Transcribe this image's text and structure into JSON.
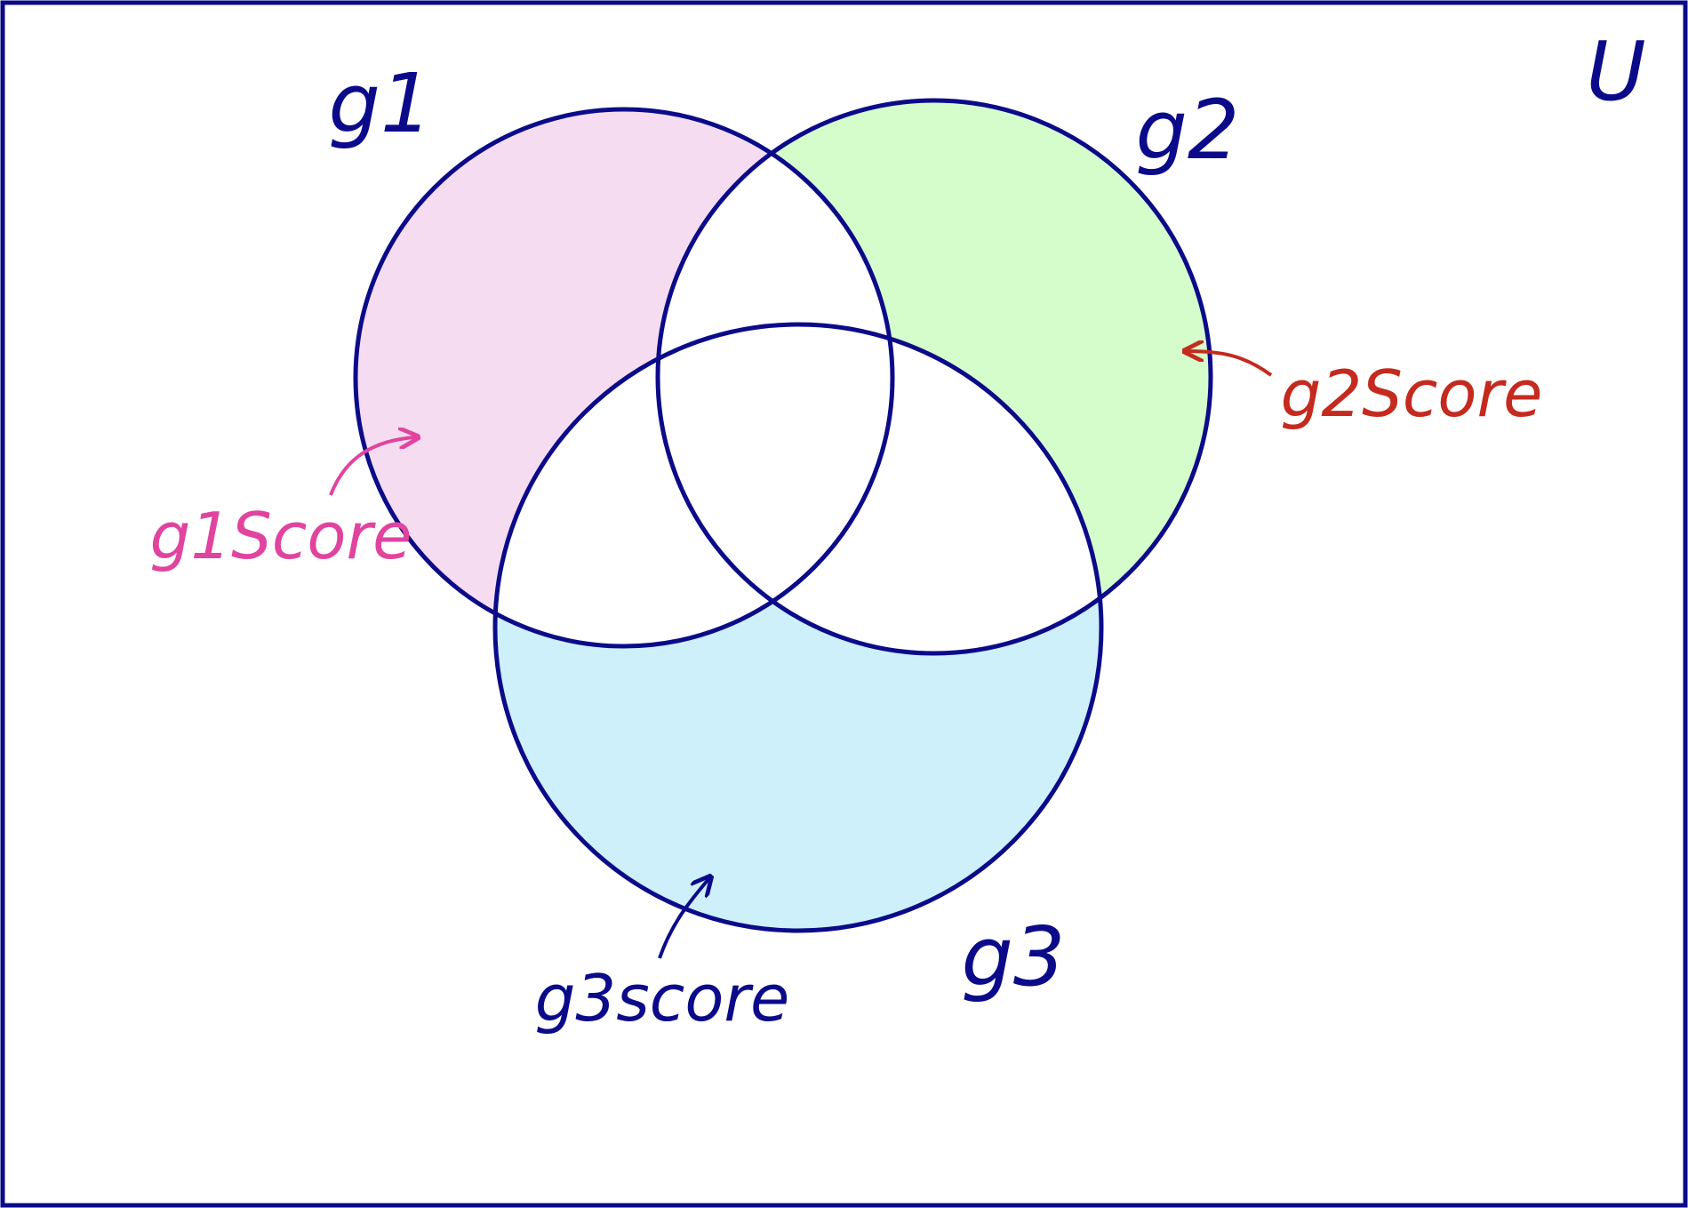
{
  "universe": {
    "label": "U",
    "border_color": "#0b0b8a"
  },
  "sets": [
    {
      "key": "g1",
      "label": "g1",
      "fill": "#f5dcf1",
      "stroke": "#0b0b8a",
      "label_color": "#0b0b8a"
    },
    {
      "key": "g2",
      "label": "g2",
      "fill": "#d5fccb",
      "stroke": "#0b0b8a",
      "label_color": "#0b0b8a"
    },
    {
      "key": "g3",
      "label": "g3",
      "fill": "#cdf0fb",
      "stroke": "#0b0b8a",
      "label_color": "#0b0b8a"
    }
  ],
  "annotations": [
    {
      "key": "g1score",
      "text": "g1Score",
      "color": "#e0449e",
      "points_to": "g1"
    },
    {
      "key": "g2score",
      "text": "g2Score",
      "color": "#c42a1e",
      "points_to": "g2"
    },
    {
      "key": "g3score",
      "text": "g3score",
      "color": "#0b0b8a",
      "points_to": "g3"
    }
  ],
  "overlap_fill": "#ffffff"
}
